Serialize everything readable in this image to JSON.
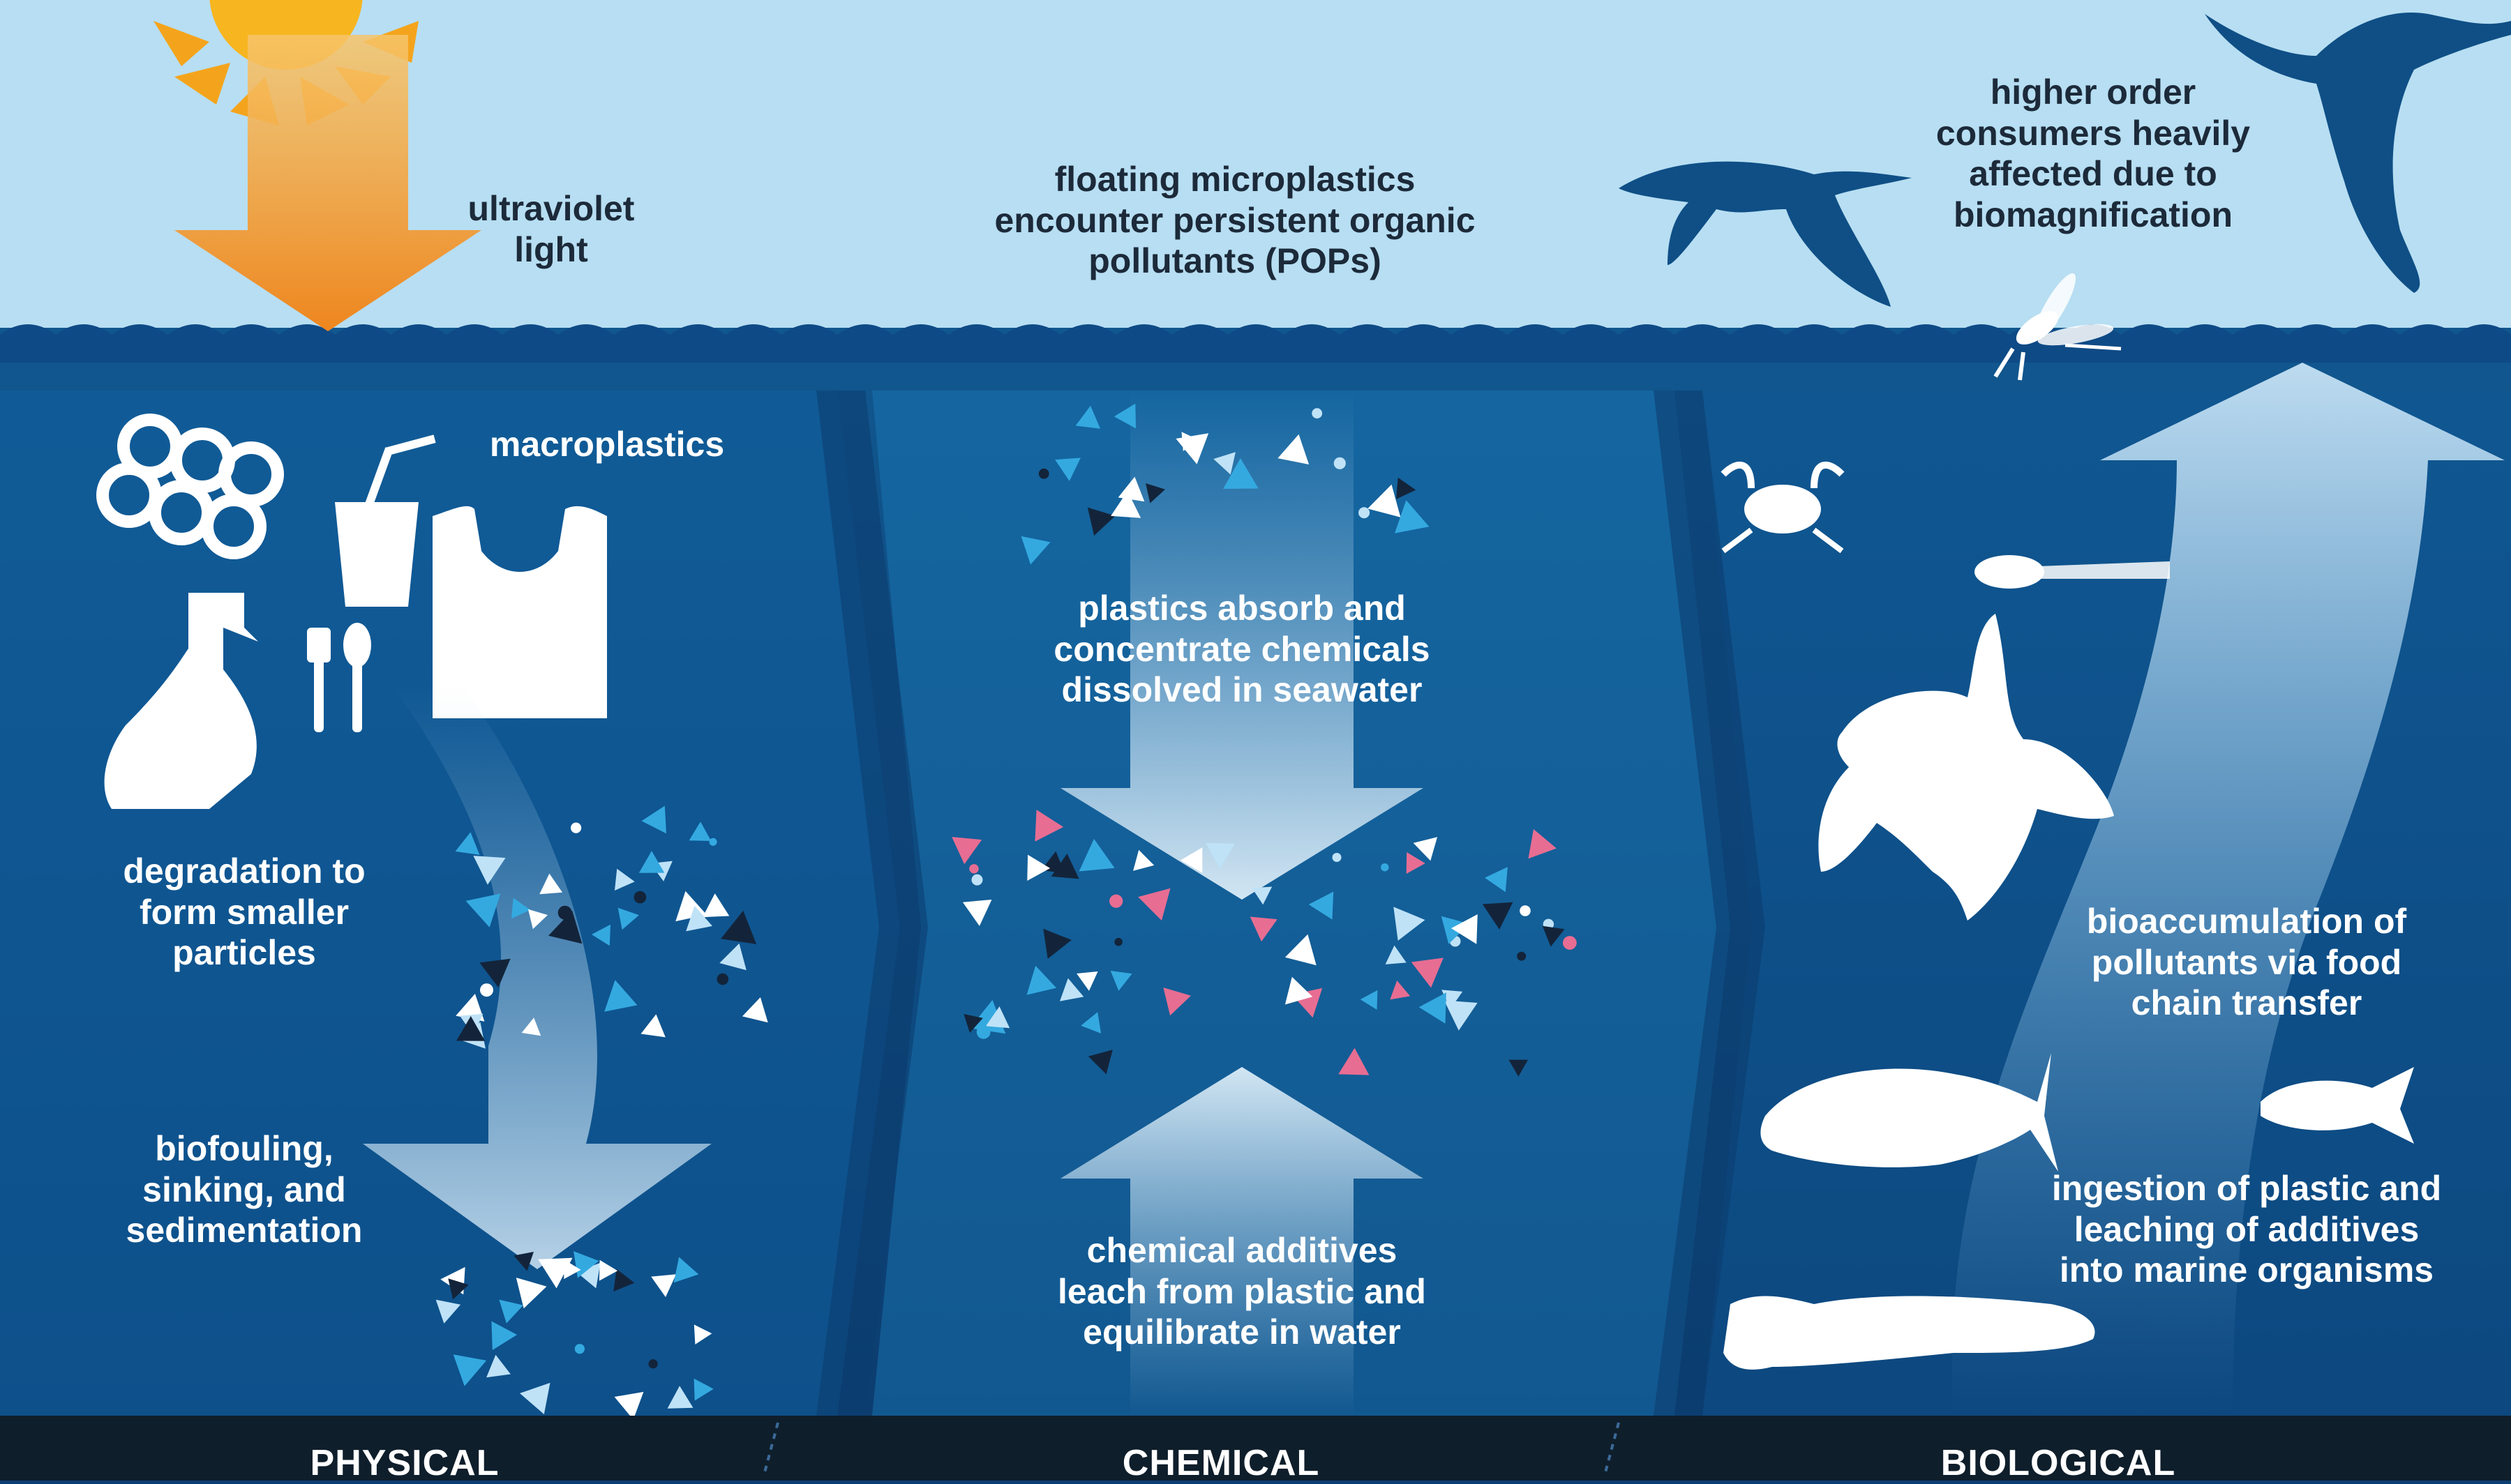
{
  "labels": {
    "ultraviolet": [
      "ultraviolet",
      "light"
    ],
    "macroplastics": "macroplastics",
    "degradation": [
      "degradation to",
      "form smaller",
      "particles"
    ],
    "biofouling": [
      "biofouling,",
      "sinking, and",
      "sedimentation"
    ],
    "pops": [
      "floating microplastics",
      "encounter persistent organic",
      "pollutants (POPs)"
    ],
    "absorb": [
      "plastics absorb and",
      "concentrate chemicals",
      "dissolved in seawater"
    ],
    "additives": [
      "chemical additives",
      "leach from plastic and",
      "equilibrate in water"
    ],
    "higher_order": [
      "higher order",
      "consumers heavily",
      "affected due to",
      "biomagnification"
    ],
    "bioaccumulation": [
      "bioaccumulation of",
      "pollutants via food",
      "chain transfer"
    ],
    "ingestion": [
      "ingestion of plastic and",
      "leaching of additives",
      "into marine organisms"
    ]
  },
  "sections": {
    "physical": "PHYSICAL",
    "chemical": "CHEMICAL",
    "biological": "BIOLOGICAL"
  },
  "colors": {
    "sky": "#b7def2",
    "ocean": "#0e4a86",
    "ocean_light": "#1a78b8",
    "footer": "#0f1e2b",
    "sun": "#f7b520",
    "sun_arrow": "#ef8a1f",
    "particle_light_blue": "#34a9e0",
    "particle_pink": "#e86d92",
    "particle_dark": "#13243a",
    "silhouette": "#ffffff",
    "bird": "#0f4f86"
  },
  "icons": [
    "sun-icon",
    "six-pack-rings-icon",
    "cup-straw-icon",
    "plastic-bag-icon",
    "spray-bottle-icon",
    "cutlery-icon",
    "bird-icon",
    "albatross-icon",
    "insect-icon",
    "crab-icon",
    "larva-icon",
    "turtle-icon",
    "fish-icon",
    "catfish-icon"
  ]
}
